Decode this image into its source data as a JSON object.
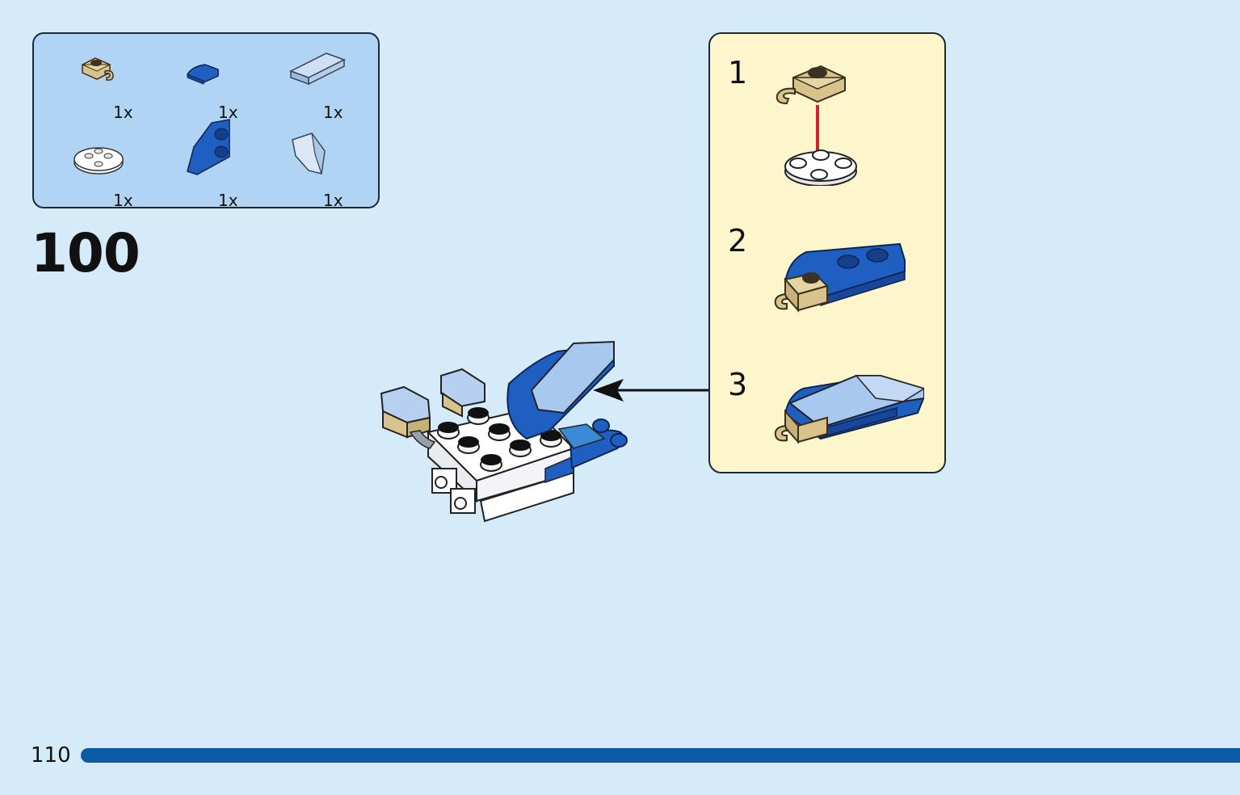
{
  "parts_list": {
    "items": [
      {
        "qty": "1x",
        "icon": "tan-clip-plate-icon"
      },
      {
        "qty": "1x",
        "icon": "blue-slope-tile-icon"
      },
      {
        "qty": "1x",
        "icon": "light-blue-tile-icon"
      },
      {
        "qty": "1x",
        "icon": "white-round-plate-icon"
      },
      {
        "qty": "1x",
        "icon": "blue-wedge-plate-icon"
      },
      {
        "qty": "1x",
        "icon": "light-blue-slope-icon"
      }
    ]
  },
  "step": {
    "number": "100"
  },
  "substeps": [
    {
      "number": "1"
    },
    {
      "number": "2"
    },
    {
      "number": "3"
    }
  ],
  "footer": {
    "page_number": "110"
  },
  "colors": {
    "background": "#d5ebfa",
    "parts_box": "#b1d4f4",
    "callout_box": "#fdf5cc",
    "progress": "#0a5aa8",
    "lego_blue": "#1f5fc2",
    "lego_light_blue": "#a9c8f0",
    "lego_tan": "#d9c38c",
    "arrow_red": "#d2202e"
  }
}
